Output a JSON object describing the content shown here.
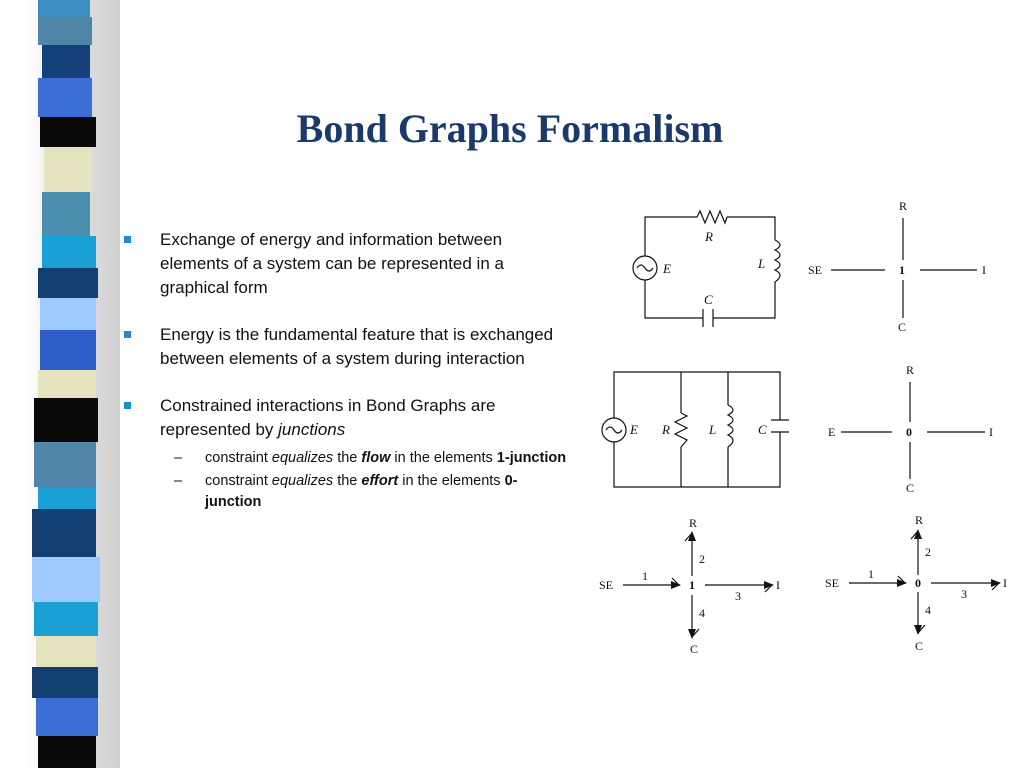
{
  "slide": {
    "title": "Bond Graphs Formalism",
    "bullets": [
      {
        "text": "Exchange of energy and information between elements of a system can be represented in a graphical form"
      },
      {
        "text": "Energy is the fundamental feature that is exchanged between elements of a system during interaction"
      },
      {
        "pre": "Constrained interactions in Bond Graphs are represented by ",
        "em": "junctions",
        "sub": [
          {
            "dash": "–",
            "a": "constraint ",
            "b": "equalizes",
            "c": " the ",
            "d": "flow",
            "e": " in the elements ",
            "f": "1-junction"
          },
          {
            "dash": "–",
            "a": "constraint ",
            "b": "equalizes",
            "c": " the ",
            "d": "effort",
            "e": " in the elements ",
            "f": "0-junction"
          }
        ]
      }
    ]
  },
  "stripes": {
    "colors": [
      "#3a8ec4",
      "#4f86a8",
      "#14407a",
      "#3b6fd6",
      "#0a0a0a",
      "#e6e4be",
      "#4b8eb0",
      "#1aa0d4",
      "#123e72",
      "#9ecaff",
      "#2e5fc8",
      "#e6e4be",
      "#0a0a0a",
      "#4f86a8",
      "#1aa0d4",
      "#123e72",
      "#9ecaff",
      "#1aa0d4",
      "#e6e4be",
      "#123e72",
      "#3b6fd6",
      "#0a0a0a",
      "#123e72"
    ]
  },
  "diagrams": {
    "series_circuit": {
      "R": "R",
      "L": "L",
      "E": "E",
      "C": "C"
    },
    "parallel_circuit": {
      "E": "E",
      "R": "R",
      "L": "L",
      "C": "C"
    },
    "junction1": {
      "top": "R",
      "left": "SE",
      "center": "1",
      "right": "I",
      "bottom": "C"
    },
    "junction0": {
      "top": "R",
      "left": "E",
      "center": "0",
      "right": "I",
      "bottom": "C"
    },
    "bond1": {
      "top": "R",
      "left": "SE",
      "center": "1",
      "right": "I",
      "bottom": "C",
      "n1": "1",
      "n2": "2",
      "n3": "3",
      "n4": "4"
    },
    "bond0": {
      "top": "R",
      "left": "SE",
      "center": "0",
      "right": "I",
      "bottom": "C",
      "n1": "1",
      "n2": "2",
      "n3": "3",
      "n4": "4"
    }
  }
}
